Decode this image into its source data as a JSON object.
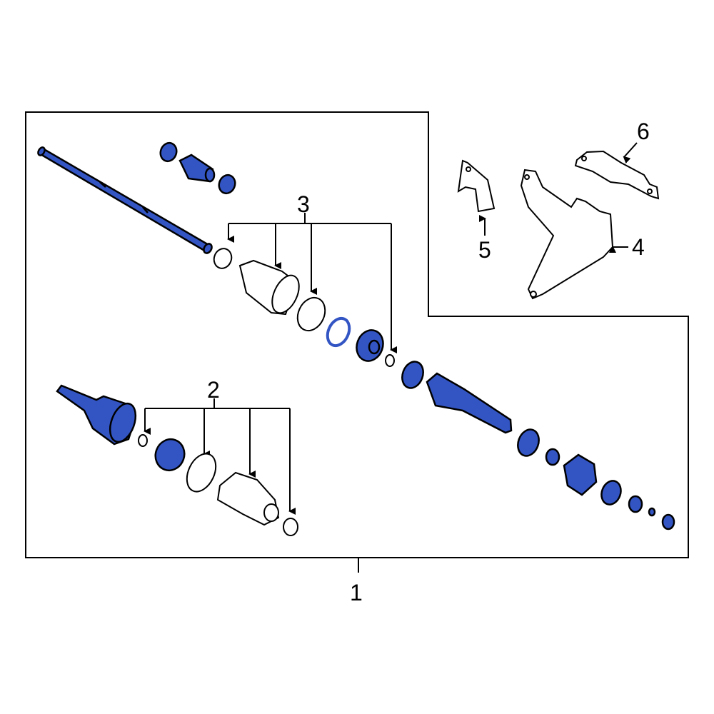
{
  "diagram": {
    "type": "exploded-parts-diagram",
    "subject": "CV axle / drive shaft assembly",
    "colors": {
      "highlight": "#3355c4",
      "outline": "#000000",
      "background": "#ffffff"
    },
    "callouts": [
      {
        "id": "1",
        "label": "1",
        "target": "drive-shaft-assembly"
      },
      {
        "id": "2",
        "label": "2",
        "target": "outer-boot-kit"
      },
      {
        "id": "3",
        "label": "3",
        "target": "inner-boot-kit"
      },
      {
        "id": "4",
        "label": "4",
        "target": "support-bracket"
      },
      {
        "id": "5",
        "label": "5",
        "target": "small-bracket"
      },
      {
        "id": "6",
        "label": "6",
        "target": "heat-shield"
      }
    ]
  }
}
